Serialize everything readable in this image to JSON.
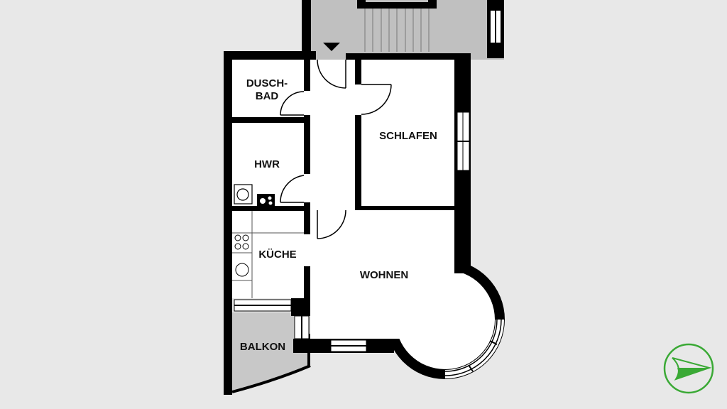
{
  "rooms": {
    "duschbad_line1": "DUSCH-",
    "duschbad_line2": "BAD",
    "hwr": "HWR",
    "schlafen": "SCHLAFEN",
    "kueche": "KÜCHE",
    "wohnen": "WOHNEN",
    "balkon": "BALKON"
  },
  "colors": {
    "background": "#e8e8e8",
    "wall": "#000000",
    "common_area": "#c0c0c0",
    "logo": "#3aa935"
  },
  "icons": [
    "entrance-marker-icon",
    "washing-machine-icon",
    "stove-icon",
    "sink-icon",
    "logo-arrow-icon"
  ]
}
